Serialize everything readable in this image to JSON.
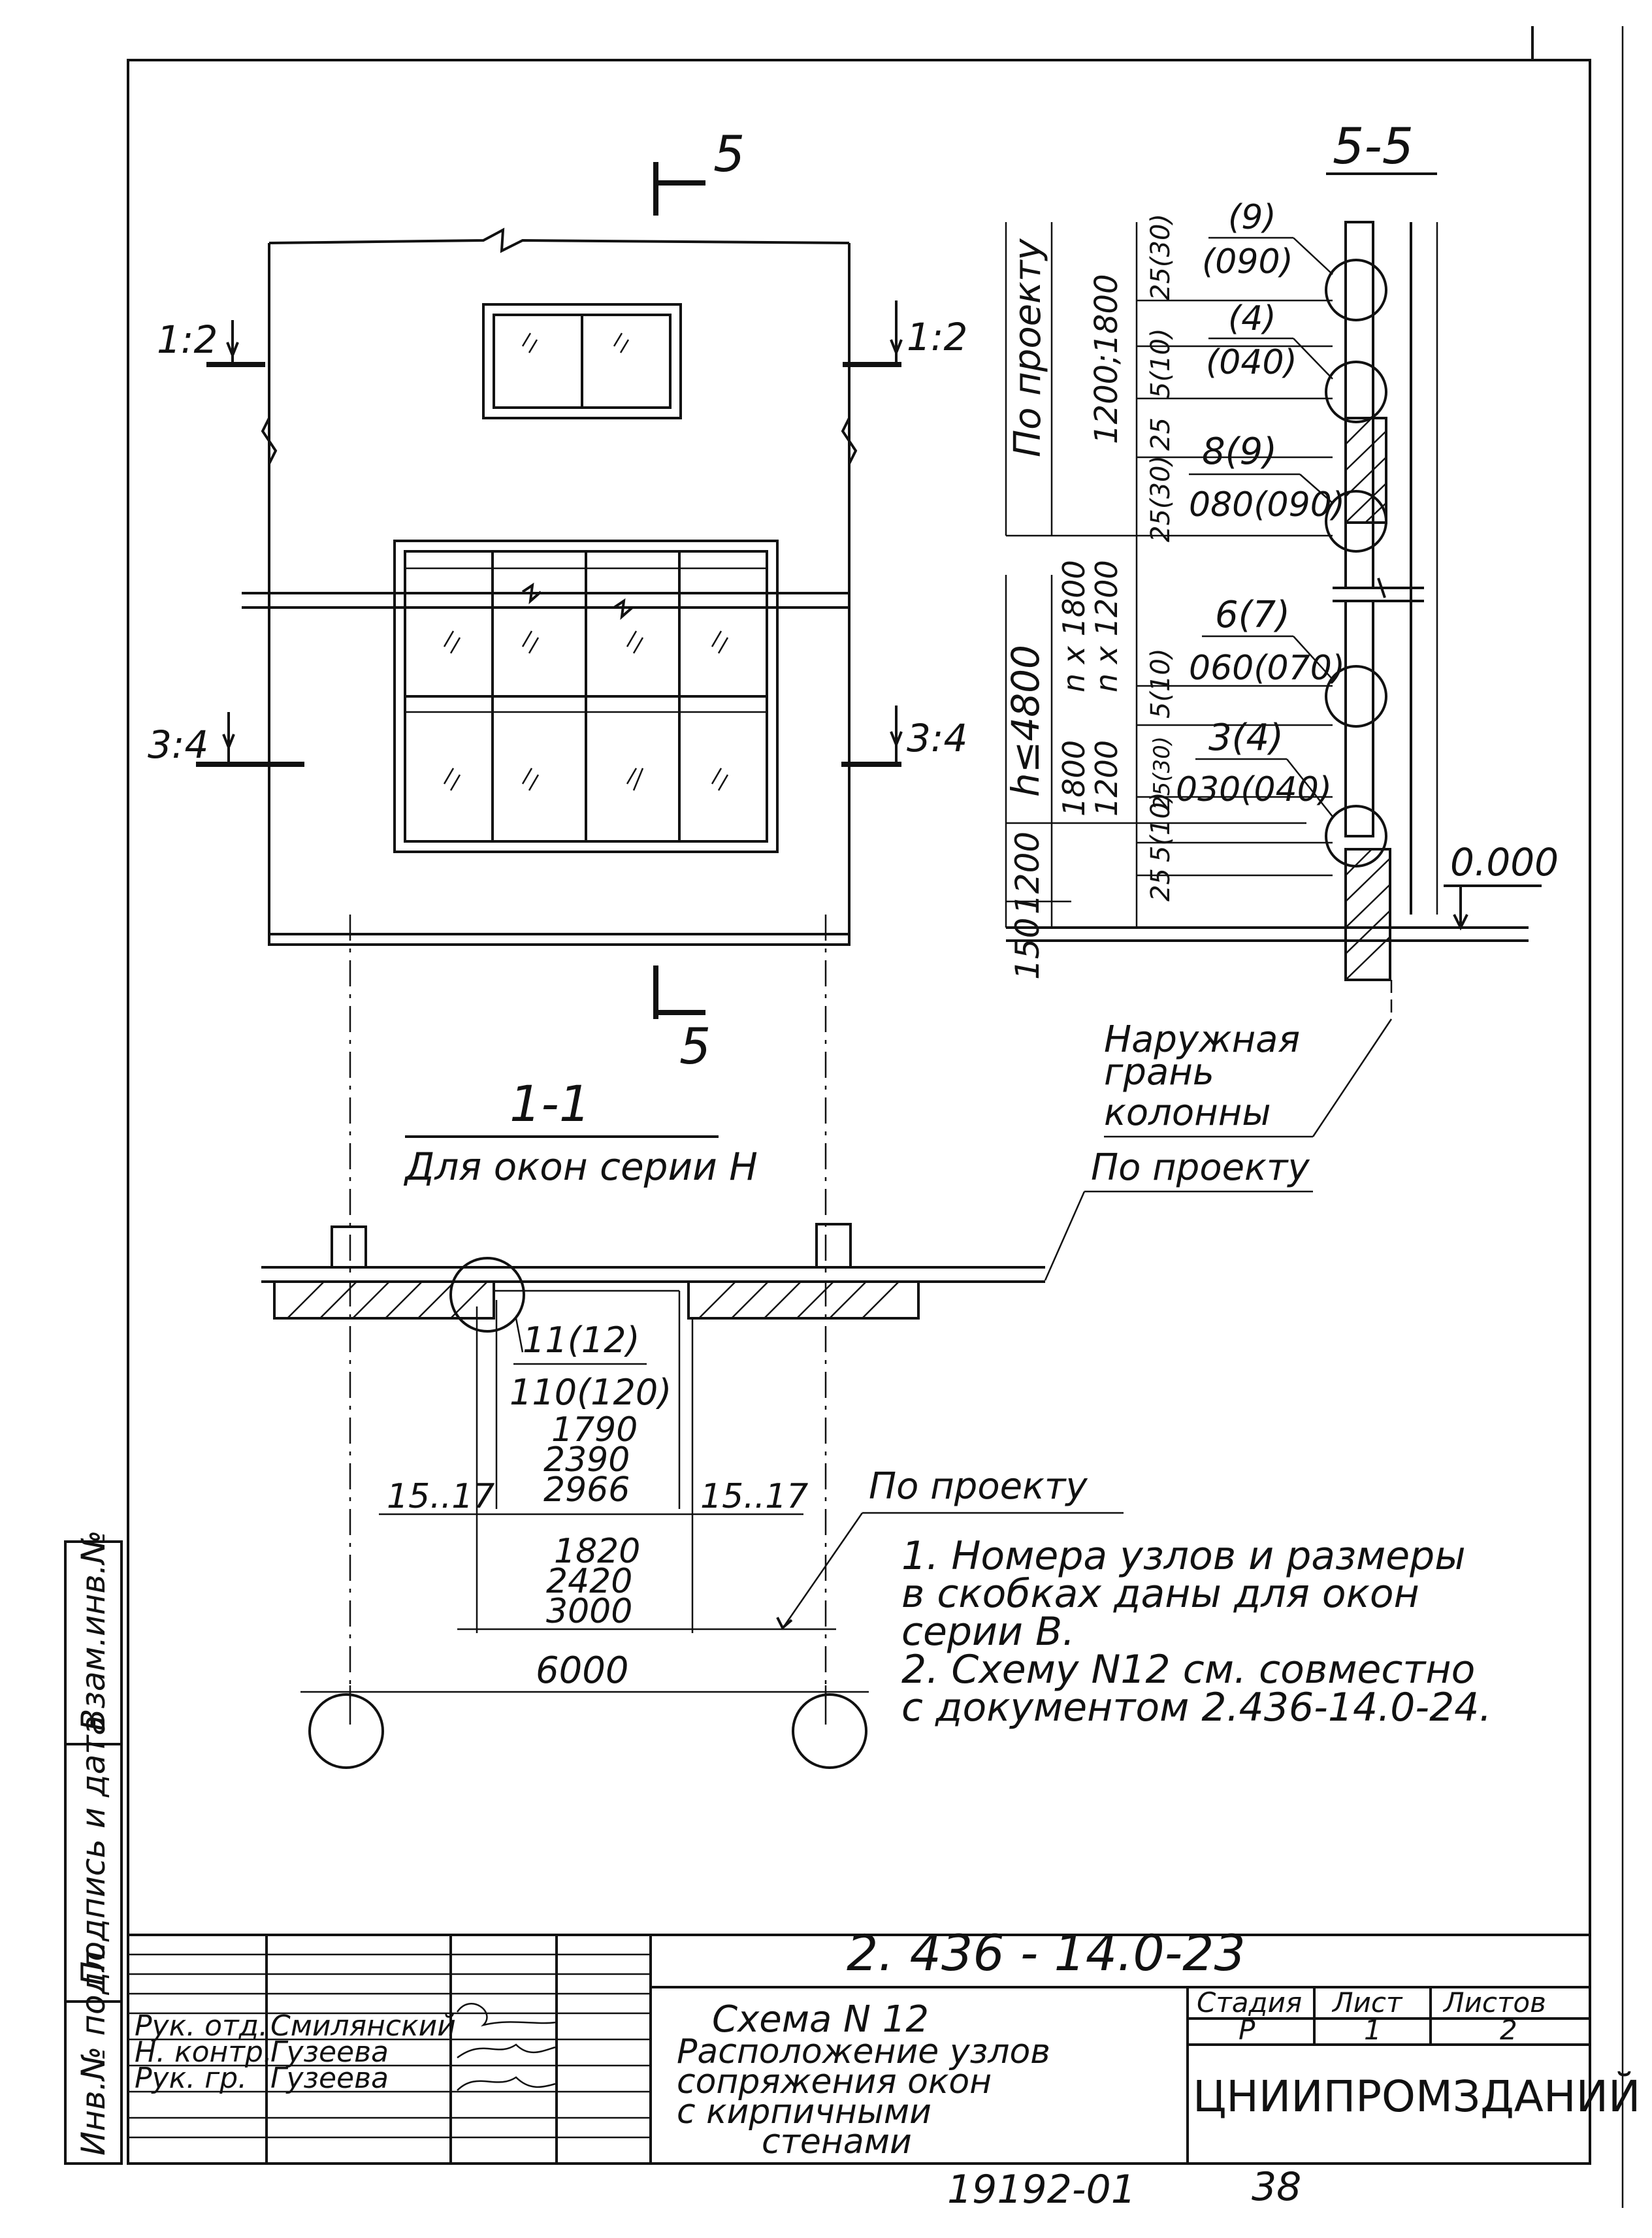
{
  "view_elevation": {
    "section_mark": "5",
    "cut_1_2": "1:2",
    "cut_3_4": "3:4"
  },
  "section_5_5": {
    "title": "5-5",
    "dim_vertical_top": "По проекту",
    "dim_1200_1800": "1200;1800",
    "dim_h": "h≤4800",
    "dim_n1800": "n x 1800",
    "dim_n1200": "n x 1200",
    "dim_1800": "1800",
    "dim_1200a": "1200",
    "dim_1200b": "1200",
    "dim_150": "150",
    "d_25_30_a": "25(30)",
    "d_5_10_a": "5(10)",
    "d_25_b": "25",
    "d_25_30_b": "25(30)",
    "d_5_10_b": "5(10)",
    "d_25_30_c": "25(30)",
    "d_5_10_c": "5(10)",
    "d_25_c": "25",
    "nodes": [
      {
        "num": "(9)",
        "code": "(090)"
      },
      {
        "num": "(4)",
        "code": "(040)"
      },
      {
        "num": "8(9)",
        "code": "080(090)"
      },
      {
        "num": "6(7)",
        "code": "060(070)"
      },
      {
        "num": "3(4)",
        "code": "030(040)"
      }
    ],
    "level": "0.000",
    "outer_face_1": "Наружная",
    "outer_face_2": "грань",
    "outer_face_3": "колонны",
    "per_project": "По проекту"
  },
  "section_1_1": {
    "title": "1-1",
    "subtitle": "Для окон серии Н",
    "node_num": "11(12)",
    "node_code": "110(120)",
    "open_1": "1790",
    "open_2": "2390",
    "open_3": "2966",
    "left_gap": "15..17",
    "right_gap": "15..17",
    "win_1": "1820",
    "win_2": "2420",
    "win_3": "3000",
    "span": "6000",
    "per_project": "По проекту"
  },
  "notes": [
    "1. Номера узлов и размеры",
    "в скобках даны для окон",
    "серии В.",
    "2. Схему N12 см. совместно",
    "с документом 2.436-14.0-24."
  ],
  "side_stamp": {
    "inv_podl": "Инв.№ подл.",
    "signature_date": "Подпись и дата",
    "vzam_inv": "Взам.инв.№"
  },
  "title_block": {
    "doc_code": "2. 436 - 14.0-23",
    "roles": [
      {
        "role": "Рук. отд.",
        "name": "Смилянский"
      },
      {
        "role": "Н. контр.",
        "name": "Гузеева"
      },
      {
        "role": "Рук. гр.",
        "name": "Гузеева"
      }
    ],
    "title_lines": [
      "Схема N 12",
      "Расположение узлов",
      "сопряжения окон",
      "с кирпичными",
      "стенами"
    ],
    "stage_label": "Стадия",
    "sheet_label": "Лист",
    "sheets_label": "Листов",
    "stage": "Р",
    "sheet": "1",
    "sheets": "2",
    "org": "ЦНИИПРОМЗДАНИЙ"
  },
  "footer": {
    "inventory": "19192-01",
    "page": "38"
  }
}
